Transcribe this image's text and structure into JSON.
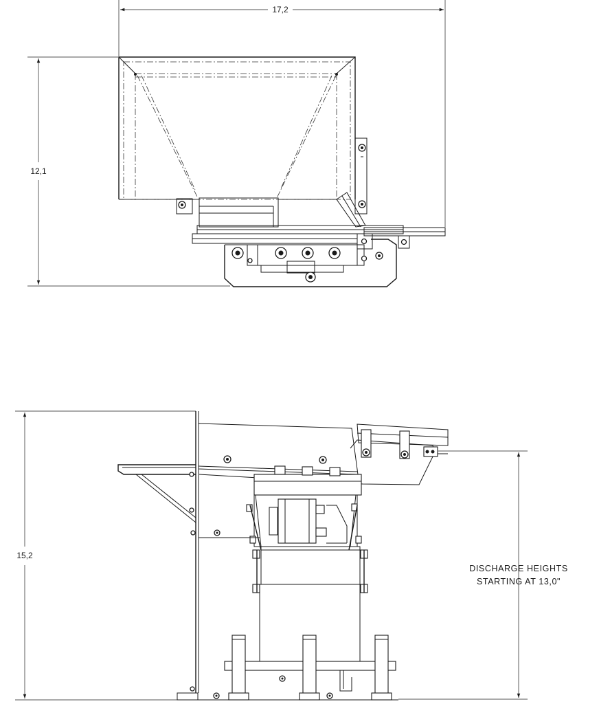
{
  "dimensions": {
    "top_width": "17,2",
    "top_height": "12,1",
    "side_height": "15,2"
  },
  "note": {
    "line1": "DISCHARGE HEIGHTS",
    "line2": "STARTING AT 13,0\""
  },
  "colors": {
    "line": "#1a1a1a",
    "background": "#ffffff"
  }
}
